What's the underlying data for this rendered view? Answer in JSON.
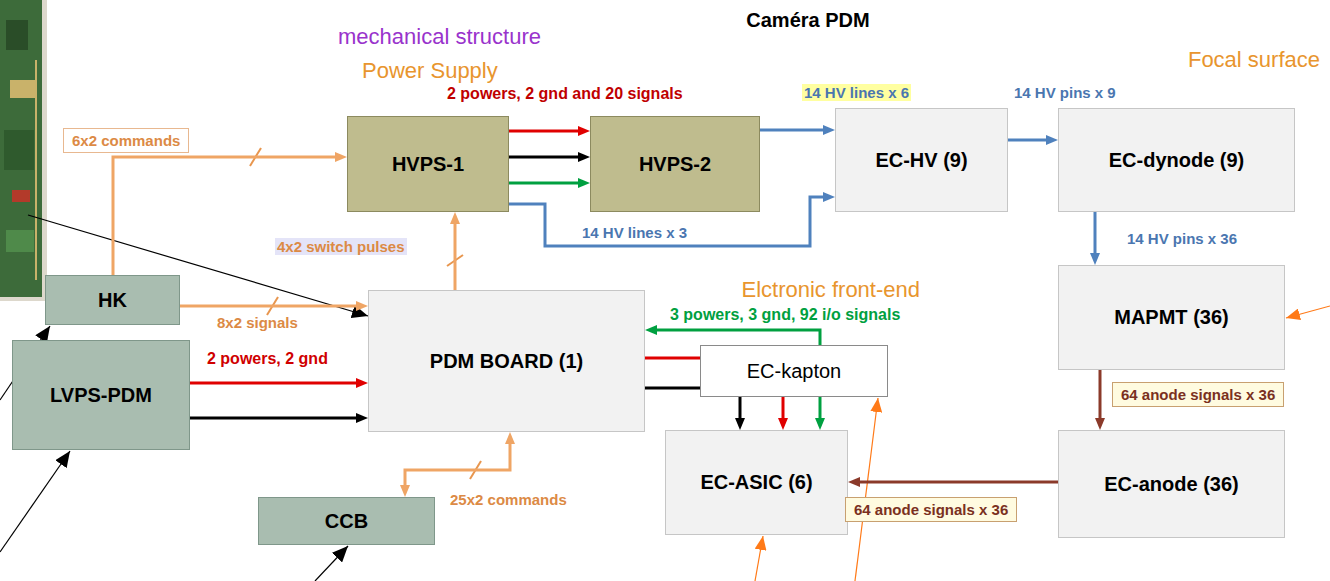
{
  "diagram": {
    "nodes": [
      {
        "text": [
          "Caméra PDM",
          "mechanical structure"
        ]
      },
      {
        "text": [
          "Power Supply"
        ],
        "in": 0
      },
      {
        "text": [
          "HVPS-1"
        ],
        "in": 1
      },
      {
        "text": [
          "HVPS-2"
        ],
        "in": 1
      },
      {
        "text": [
          "Focal surface"
        ],
        "in": 0
      },
      {
        "text": [
          "EC-HV (9)"
        ],
        "in": 4
      },
      {
        "text": [
          "EC-dynode (9)"
        ],
        "in": 4
      },
      {
        "text": [
          "MAPMT (36)"
        ],
        "in": 4
      },
      {
        "text": [
          "EC-anode (36)"
        ],
        "in": 4
      },
      {
        "text": [
          "Elctronic front-end"
        ],
        "in": 0
      },
      {
        "text": [
          "PDM BOARD (1)"
        ],
        "in": 9
      },
      {
        "text": [
          "EC-kapton"
        ],
        "in": 9
      },
      {
        "text": [
          "EC-ASIC (6)"
        ],
        "in": 9
      },
      {
        "text": [
          "HK"
        ]
      },
      {
        "text": [
          "LVPS-PDM"
        ]
      },
      {
        "text": [
          "CCB"
        ]
      }
    ],
    "edges": [
      {
        "from": 13,
        "to": 2,
        "label": "6x2 commands",
        "arrow": "to"
      },
      {
        "from": 13,
        "to": 10,
        "label": "8x2 signals",
        "arrow": "to"
      },
      {
        "from": 10,
        "to": 2,
        "label": "4x2 switch pulses",
        "arrow": "to"
      },
      {
        "from": 14,
        "to": 10,
        "label": "2 powers, 2 gnd",
        "arrow": "to"
      },
      {
        "from": 14,
        "to": 10,
        "arrow": "to"
      },
      {
        "from": 10,
        "to": 15,
        "label": "25x2 commands",
        "arrow": "both"
      },
      {
        "from": 2,
        "to": 3,
        "label": "2 powers, 2 gnd and 20 signals",
        "arrow": "to"
      },
      {
        "from": 2,
        "to": 3,
        "arrow": "to"
      },
      {
        "from": 2,
        "to": 3,
        "arrow": "to"
      },
      {
        "from": 3,
        "to": 5,
        "label": "14 HV lines x 6",
        "arrow": "to"
      },
      {
        "from": 2,
        "to": 5,
        "label": "14 HV lines x 3",
        "arrow": "to"
      },
      {
        "from": 5,
        "to": 6,
        "label": "14 HV pins x 9",
        "arrow": "to"
      },
      {
        "from": 6,
        "to": 7,
        "label": "14 HV pins x 36",
        "arrow": "to"
      },
      {
        "from": 7,
        "to": 8,
        "label": "64 anode signals x 36",
        "arrow": "to"
      },
      {
        "from": 8,
        "to": 12,
        "label": "64 anode signals x 36",
        "arrow": "to"
      },
      {
        "from": 11,
        "to": 10,
        "label": "3 powers, 3 gnd, 92 i/o signals",
        "arrow": "to"
      },
      {
        "from": 10,
        "to": 11,
        "arrow": "none"
      },
      {
        "from": 10,
        "to": 11,
        "arrow": "none"
      },
      {
        "from": 11,
        "to": 12,
        "arrow": "to"
      },
      {
        "from": 11,
        "to": 12,
        "arrow": "to"
      },
      {
        "from": 11,
        "to": 12,
        "arrow": "to"
      }
    ]
  }
}
